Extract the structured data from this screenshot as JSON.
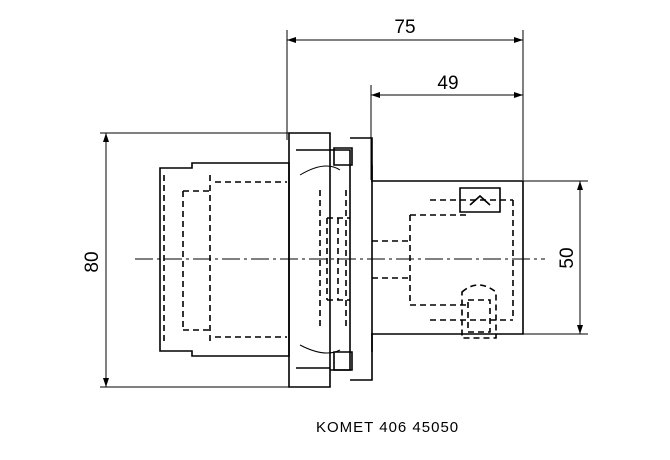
{
  "dimensions": {
    "overall_length": "75",
    "shank_length": "49",
    "flange_diameter": "80",
    "shank_diameter": "50"
  },
  "caption": "KOMET 406 45050"
}
